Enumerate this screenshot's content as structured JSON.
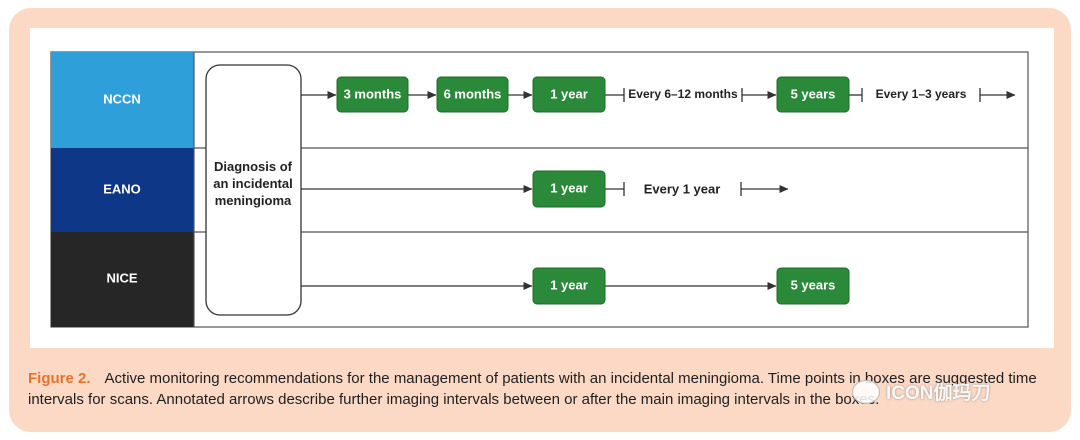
{
  "diagram": {
    "rows": [
      {
        "id": "nccn",
        "label": "NCCN",
        "color": "#2e9fd8"
      },
      {
        "id": "eano",
        "label": "EANO",
        "color": "#0e3787"
      },
      {
        "id": "nice",
        "label": "NICE",
        "color": "#262626"
      }
    ],
    "diagnosis_label": [
      "Diagnosis of",
      "an incidental",
      "meningioma"
    ],
    "nccn": {
      "boxes": [
        "3 months",
        "6 months",
        "1 year",
        "5 years"
      ],
      "arrow_labels": [
        "Every 6–12 months",
        "Every 1–3 years"
      ]
    },
    "eano": {
      "boxes": [
        "1 year"
      ],
      "arrow_labels": [
        "Every 1 year"
      ]
    },
    "nice": {
      "boxes": [
        "1 year",
        "5 years"
      ]
    },
    "colors": {
      "box_fill": "#2b8a3a",
      "box_stroke": "#1f6b2a",
      "line": "#333333"
    }
  },
  "caption": {
    "label": "Figure 2.",
    "text": "Active monitoring recommendations for the management of patients with an incidental meningioma. Time points in boxes are suggested time intervals for scans. Annotated arrows describe further imaging intervals between or after the main imaging intervals in the boxes."
  },
  "watermark": {
    "text": "ICON伽玛刀"
  }
}
